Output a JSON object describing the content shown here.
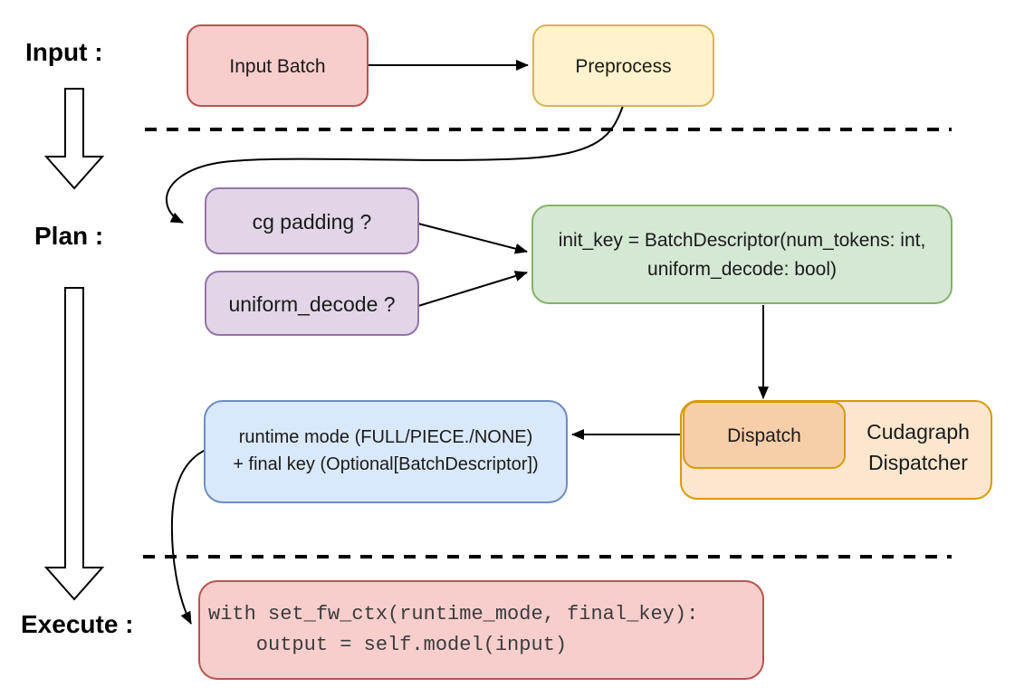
{
  "stages": {
    "input_label": "Input :",
    "plan_label": "Plan :",
    "execute_label": "Execute :"
  },
  "nodes": {
    "input_batch": {
      "label": "Input Batch"
    },
    "preprocess": {
      "label": "Preprocess"
    },
    "cg_padding": {
      "label": "cg padding ?"
    },
    "uniform_decode": {
      "label": "uniform_decode ?"
    },
    "init_key": {
      "line1": "init_key = BatchDescriptor(num_tokens: int,",
      "line2": "uniform_decode: bool)"
    },
    "dispatch": {
      "label": "Dispatch"
    },
    "cudagraph_dispatcher": {
      "line1": "Cudagraph",
      "line2": "Dispatcher"
    },
    "runtime_mode": {
      "line1": "runtime mode (FULL/PIECE./NONE)",
      "line2": "+ final key (Optional[BatchDescriptor])"
    },
    "execute_code": {
      "line1": "with set_fw_ctx(runtime_mode, final_key):",
      "line2": "    output = self.model(input)"
    }
  },
  "colors": {
    "red_fill": "#F8CECC",
    "red_stroke": "#B85450",
    "yellow_fill": "#FFF2CC",
    "yellow_stroke": "#D6B656",
    "purple_fill": "#E1D5E7",
    "purple_stroke": "#9673A6",
    "green_fill": "#D5E8D4",
    "green_stroke": "#82B366",
    "blue_fill": "#DAE8FC",
    "blue_stroke": "#6C8EBF",
    "orange_outer_fill": "#FCE7CE",
    "orange_inner_fill": "#F8CEA8",
    "orange_stroke": "#D79B00",
    "connector": "#000000",
    "background": "#FFFFFF"
  }
}
